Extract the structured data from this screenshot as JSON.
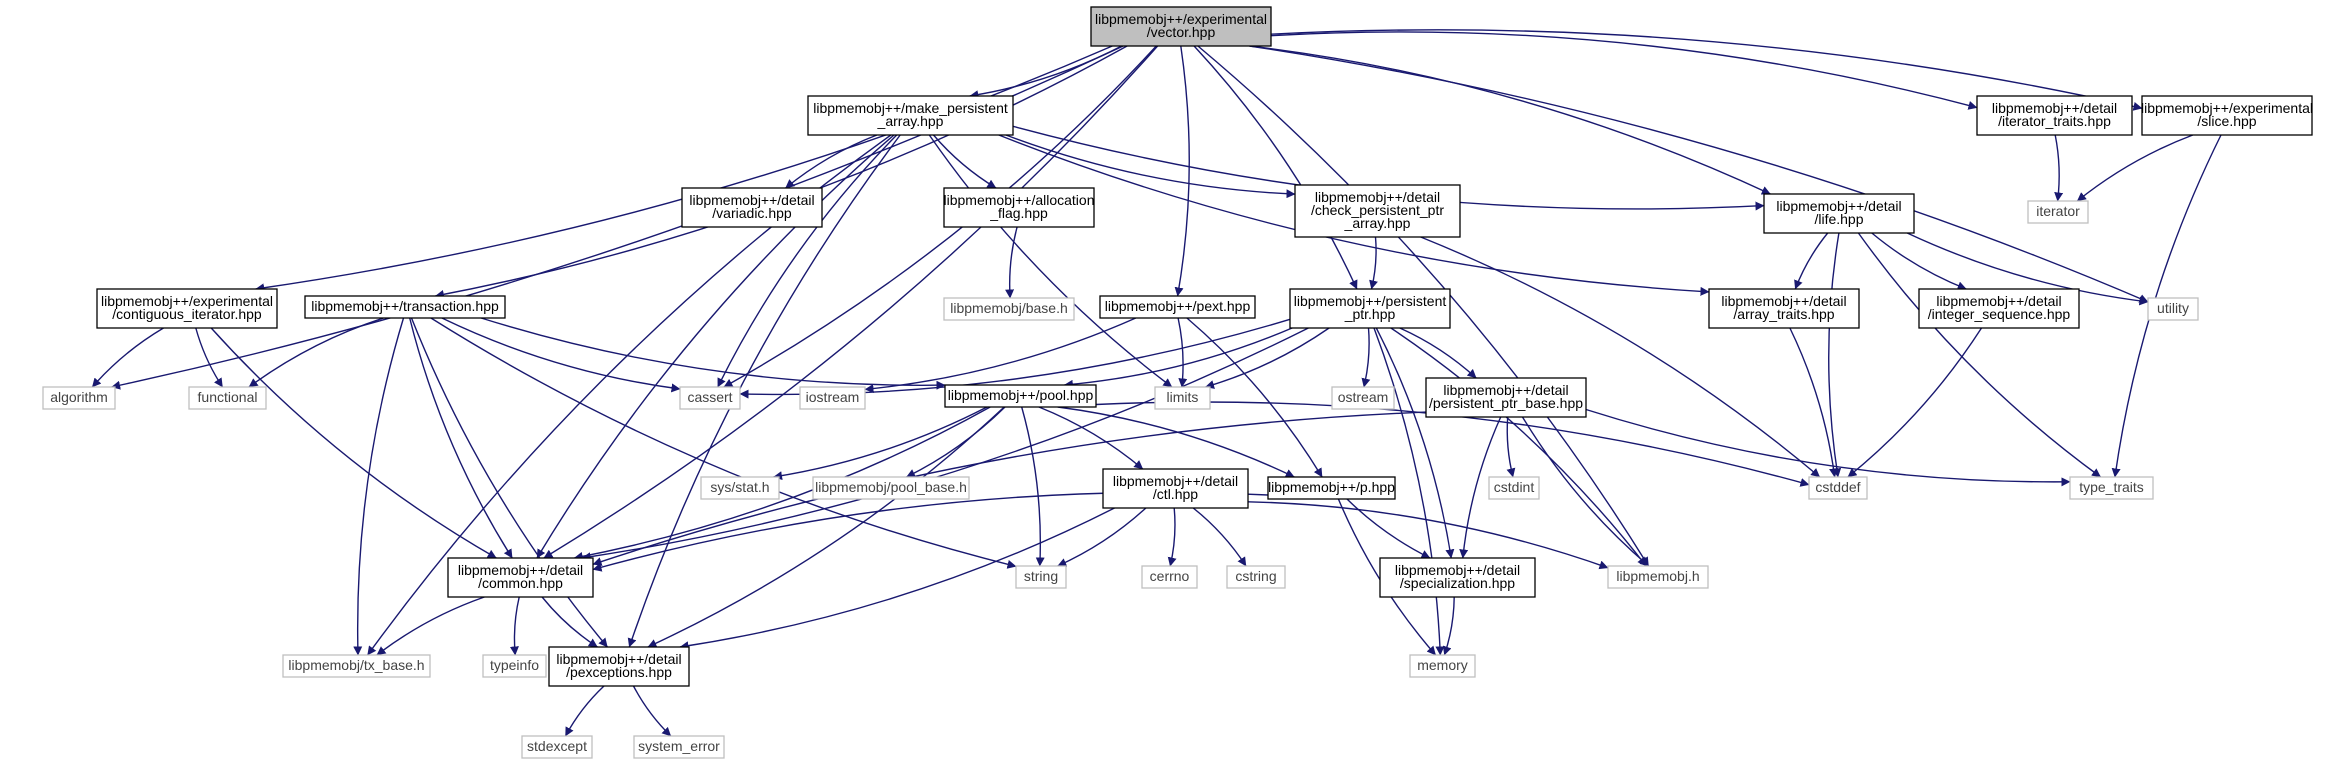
{
  "diagram": {
    "nodes": [
      {
        "id": "vector",
        "kind": "main",
        "lines": [
          "libpmemobj++/experimental",
          "/vector.hpp"
        ]
      },
      {
        "id": "make_persistent_array",
        "kind": "local",
        "lines": [
          "libpmemobj++/make_persistent",
          "_array.hpp"
        ]
      },
      {
        "id": "detail_iterator_traits",
        "kind": "local",
        "lines": [
          "libpmemobj++/detail",
          "/iterator_traits.hpp"
        ]
      },
      {
        "id": "exp_slice",
        "kind": "local",
        "lines": [
          "libpmemobj++/experimental",
          "/slice.hpp"
        ]
      },
      {
        "id": "detail_variadic",
        "kind": "local",
        "lines": [
          "libpmemobj++/detail",
          "/variadic.hpp"
        ]
      },
      {
        "id": "allocation_flag",
        "kind": "local",
        "lines": [
          "libpmemobj++/allocation",
          "_flag.hpp"
        ]
      },
      {
        "id": "check_persistent_ptr_array",
        "kind": "local",
        "lines": [
          "libpmemobj++/detail",
          "/check_persistent_ptr",
          "_array.hpp"
        ]
      },
      {
        "id": "detail_life",
        "kind": "local",
        "lines": [
          "libpmemobj++/detail",
          "/life.hpp"
        ]
      },
      {
        "id": "iterator",
        "kind": "ext",
        "lines": [
          "iterator"
        ]
      },
      {
        "id": "contiguous_iterator",
        "kind": "local",
        "lines": [
          "libpmemobj++/experimental",
          "/contiguous_iterator.hpp"
        ]
      },
      {
        "id": "transaction",
        "kind": "local",
        "lines": [
          "libpmemobj++/transaction.hpp"
        ]
      },
      {
        "id": "base_h",
        "kind": "ext",
        "lines": [
          "libpmemobj/base.h"
        ]
      },
      {
        "id": "pext",
        "kind": "local",
        "lines": [
          "libpmemobj++/pext.hpp"
        ]
      },
      {
        "id": "persistent_ptr",
        "kind": "local",
        "lines": [
          "libpmemobj++/persistent",
          "_ptr.hpp"
        ]
      },
      {
        "id": "array_traits",
        "kind": "local",
        "lines": [
          "libpmemobj++/detail",
          "/array_traits.hpp"
        ]
      },
      {
        "id": "integer_sequence",
        "kind": "local",
        "lines": [
          "libpmemobj++/detail",
          "/integer_sequence.hpp"
        ]
      },
      {
        "id": "utility",
        "kind": "ext",
        "lines": [
          "utility"
        ]
      },
      {
        "id": "algorithm",
        "kind": "ext",
        "lines": [
          "algorithm"
        ]
      },
      {
        "id": "functional",
        "kind": "ext",
        "lines": [
          "functional"
        ]
      },
      {
        "id": "cassert",
        "kind": "ext",
        "lines": [
          "cassert"
        ]
      },
      {
        "id": "iostream",
        "kind": "ext",
        "lines": [
          "iostream"
        ]
      },
      {
        "id": "pool",
        "kind": "local",
        "lines": [
          "libpmemobj++/pool.hpp"
        ]
      },
      {
        "id": "limits",
        "kind": "ext",
        "lines": [
          "limits"
        ]
      },
      {
        "id": "ostream",
        "kind": "ext",
        "lines": [
          "ostream"
        ]
      },
      {
        "id": "persistent_ptr_base",
        "kind": "local",
        "lines": [
          "libpmemobj++/detail",
          "/persistent_ptr_base.hpp"
        ]
      },
      {
        "id": "sys_stat",
        "kind": "ext",
        "lines": [
          "sys/stat.h"
        ]
      },
      {
        "id": "pool_base_h",
        "kind": "ext",
        "lines": [
          "libpmemobj/pool_base.h"
        ]
      },
      {
        "id": "detail_ctl",
        "kind": "local",
        "lines": [
          "libpmemobj++/detail",
          "/ctl.hpp"
        ]
      },
      {
        "id": "p_hpp",
        "kind": "local",
        "lines": [
          "libpmemobj++/p.hpp"
        ]
      },
      {
        "id": "cstdint",
        "kind": "ext",
        "lines": [
          "cstdint"
        ]
      },
      {
        "id": "cstddef",
        "kind": "ext",
        "lines": [
          "cstddef"
        ]
      },
      {
        "id": "type_traits",
        "kind": "ext",
        "lines": [
          "type_traits"
        ]
      },
      {
        "id": "detail_common",
        "kind": "local",
        "lines": [
          "libpmemobj++/detail",
          "/common.hpp"
        ]
      },
      {
        "id": "string",
        "kind": "ext",
        "lines": [
          "string"
        ]
      },
      {
        "id": "cerrno",
        "kind": "ext",
        "lines": [
          "cerrno"
        ]
      },
      {
        "id": "cstring",
        "kind": "ext",
        "lines": [
          "cstring"
        ]
      },
      {
        "id": "specialization",
        "kind": "local",
        "lines": [
          "libpmemobj++/detail",
          "/specialization.hpp"
        ]
      },
      {
        "id": "libpmemobj_h",
        "kind": "ext",
        "lines": [
          "libpmemobj.h"
        ]
      },
      {
        "id": "tx_base_h",
        "kind": "ext",
        "lines": [
          "libpmemobj/tx_base.h"
        ]
      },
      {
        "id": "typeinfo",
        "kind": "ext",
        "lines": [
          "typeinfo"
        ]
      },
      {
        "id": "pexceptions",
        "kind": "local",
        "lines": [
          "libpmemobj++/detail",
          "/pexceptions.hpp"
        ]
      },
      {
        "id": "memory",
        "kind": "ext",
        "lines": [
          "memory"
        ]
      },
      {
        "id": "stdexcept",
        "kind": "ext",
        "lines": [
          "stdexcept"
        ]
      },
      {
        "id": "system_error",
        "kind": "ext",
        "lines": [
          "system_error"
        ]
      }
    ],
    "edges": [
      [
        "vector",
        "make_persistent_array"
      ],
      [
        "vector",
        "detail_iterator_traits"
      ],
      [
        "vector",
        "exp_slice"
      ],
      [
        "vector",
        "detail_life"
      ],
      [
        "vector",
        "contiguous_iterator"
      ],
      [
        "vector",
        "transaction"
      ],
      [
        "vector",
        "pext"
      ],
      [
        "vector",
        "persistent_ptr"
      ],
      [
        "vector",
        "utility"
      ],
      [
        "vector",
        "algorithm"
      ],
      [
        "vector",
        "cassert"
      ],
      [
        "vector",
        "detail_common"
      ],
      [
        "vector",
        "libpmemobj_h"
      ],
      [
        "make_persistent_array",
        "detail_variadic"
      ],
      [
        "make_persistent_array",
        "allocation_flag"
      ],
      [
        "make_persistent_array",
        "check_persistent_ptr_array"
      ],
      [
        "make_persistent_array",
        "detail_life"
      ],
      [
        "make_persistent_array",
        "array_traits"
      ],
      [
        "make_persistent_array",
        "cassert"
      ],
      [
        "make_persistent_array",
        "limits"
      ],
      [
        "make_persistent_array",
        "detail_common"
      ],
      [
        "make_persistent_array",
        "tx_base_h"
      ],
      [
        "make_persistent_array",
        "pexceptions"
      ],
      [
        "detail_iterator_traits",
        "iterator"
      ],
      [
        "exp_slice",
        "iterator"
      ],
      [
        "exp_slice",
        "type_traits"
      ],
      [
        "allocation_flag",
        "base_h"
      ],
      [
        "check_persistent_ptr_array",
        "persistent_ptr"
      ],
      [
        "check_persistent_ptr_array",
        "cstddef"
      ],
      [
        "detail_life",
        "array_traits"
      ],
      [
        "detail_life",
        "integer_sequence"
      ],
      [
        "detail_life",
        "utility"
      ],
      [
        "detail_life",
        "cstddef"
      ],
      [
        "detail_life",
        "type_traits"
      ],
      [
        "contiguous_iterator",
        "algorithm"
      ],
      [
        "contiguous_iterator",
        "functional"
      ],
      [
        "contiguous_iterator",
        "detail_common"
      ],
      [
        "transaction",
        "functional"
      ],
      [
        "transaction",
        "pool"
      ],
      [
        "transaction",
        "string"
      ],
      [
        "transaction",
        "detail_common"
      ],
      [
        "transaction",
        "tx_base_h"
      ],
      [
        "transaction",
        "pexceptions"
      ],
      [
        "transaction",
        "cassert"
      ],
      [
        "pext",
        "iostream"
      ],
      [
        "pext",
        "limits"
      ],
      [
        "pext",
        "p_hpp"
      ],
      [
        "persistent_ptr",
        "cassert"
      ],
      [
        "persistent_ptr",
        "limits"
      ],
      [
        "persistent_ptr",
        "ostream"
      ],
      [
        "persistent_ptr",
        "persistent_ptr_base"
      ],
      [
        "persistent_ptr",
        "pool"
      ],
      [
        "persistent_ptr",
        "specialization"
      ],
      [
        "persistent_ptr",
        "libpmemobj_h"
      ],
      [
        "persistent_ptr",
        "memory"
      ],
      [
        "persistent_ptr",
        "detail_common"
      ],
      [
        "array_traits",
        "cstddef"
      ],
      [
        "integer_sequence",
        "cstddef"
      ],
      [
        "pool",
        "sys_stat"
      ],
      [
        "pool",
        "pool_base_h"
      ],
      [
        "pool",
        "detail_ctl"
      ],
      [
        "pool",
        "p_hpp"
      ],
      [
        "pool",
        "string"
      ],
      [
        "pool",
        "cstddef"
      ],
      [
        "pool",
        "detail_common"
      ],
      [
        "pool",
        "pexceptions"
      ],
      [
        "persistent_ptr_base",
        "cstdint"
      ],
      [
        "persistent_ptr_base",
        "specialization"
      ],
      [
        "persistent_ptr_base",
        "libpmemobj_h"
      ],
      [
        "persistent_ptr_base",
        "type_traits"
      ],
      [
        "persistent_ptr_base",
        "detail_common"
      ],
      [
        "detail_ctl",
        "string"
      ],
      [
        "detail_ctl",
        "cerrno"
      ],
      [
        "detail_ctl",
        "cstring"
      ],
      [
        "detail_ctl",
        "libpmemobj_h"
      ],
      [
        "detail_ctl",
        "pexceptions"
      ],
      [
        "p_hpp",
        "detail_common"
      ],
      [
        "p_hpp",
        "specialization"
      ],
      [
        "p_hpp",
        "memory"
      ],
      [
        "detail_common",
        "typeinfo"
      ],
      [
        "detail_common",
        "pexceptions"
      ],
      [
        "detail_common",
        "tx_base_h"
      ],
      [
        "specialization",
        "memory"
      ],
      [
        "pexceptions",
        "stdexcept"
      ],
      [
        "pexceptions",
        "system_error"
      ]
    ]
  }
}
